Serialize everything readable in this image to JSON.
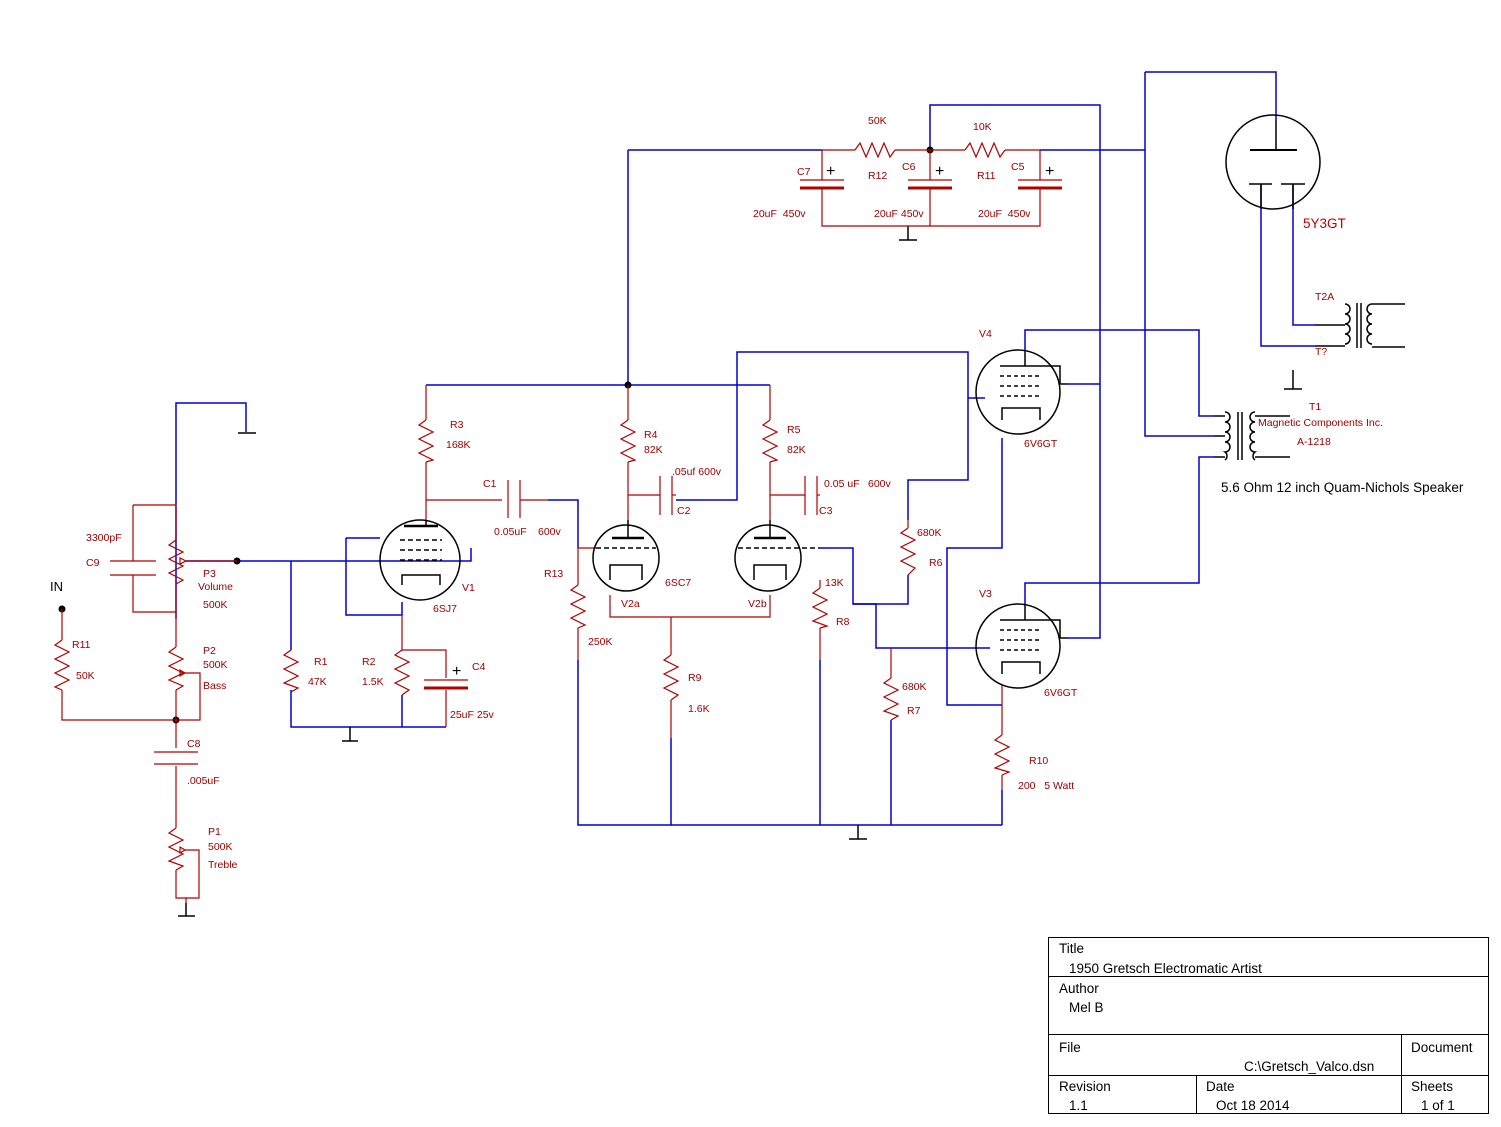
{
  "colors": {
    "wire": "#0000d0",
    "component": "#b00000",
    "label": "#a00000",
    "title_block": "#000000"
  },
  "input": {
    "label": "IN"
  },
  "tubes": {
    "V1": {
      "ref": "V1",
      "type": "6SJ7"
    },
    "V2": {
      "ref_a": "V2a",
      "ref_b": "V2b",
      "type": "6SC7"
    },
    "V3": {
      "ref": "V3",
      "type": "6V6GT"
    },
    "V4": {
      "ref": "V4",
      "type": "6V6GT"
    },
    "rectifier": {
      "type": "5Y3GT"
    }
  },
  "resistors": {
    "R1": {
      "ref": "R1",
      "value": "47K"
    },
    "R2": {
      "ref": "R2",
      "value": "1.5K"
    },
    "R3": {
      "ref": "R3",
      "value": "168K"
    },
    "R4": {
      "ref": "R4",
      "value": "82K"
    },
    "R5": {
      "ref": "R5",
      "value": "82K"
    },
    "R6": {
      "ref": "R6",
      "value": "680K"
    },
    "R7": {
      "ref": "R7",
      "value": "680K"
    },
    "R8": {
      "ref": "R8",
      "value": "13K"
    },
    "R9": {
      "ref": "R9",
      "value": "1.6K"
    },
    "R10": {
      "ref": "R10",
      "value": "200   5 Watt"
    },
    "R11_in": {
      "ref": "R11",
      "value": "50K"
    },
    "R11_ps": {
      "ref": "R11",
      "value": "10K"
    },
    "R12": {
      "ref": "R12",
      "value": "50K"
    },
    "R13": {
      "ref": "R13",
      "value": "250K"
    }
  },
  "pots": {
    "P1": {
      "ref": "P1",
      "value": "500K",
      "name": "Treble"
    },
    "P2": {
      "ref": "P2",
      "value": "500K",
      "name": "Bass"
    },
    "P3": {
      "ref": "P3",
      "value": "500K",
      "name": "Volume"
    }
  },
  "capacitors": {
    "C1": {
      "ref": "C1",
      "value": "0.05uF",
      "voltage": "600v"
    },
    "C2": {
      "ref": "C2",
      "value": ".05uf 600v"
    },
    "C3": {
      "ref": "C3",
      "value": "0.05 uF",
      "voltage": "600v"
    },
    "C4": {
      "ref": "C4",
      "value": "25uF 25v"
    },
    "C5": {
      "ref": "C5",
      "value": "20uF  450v"
    },
    "C6": {
      "ref": "C6",
      "value": "20uF 450v"
    },
    "C7": {
      "ref": "C7",
      "value": "20uF  450v"
    },
    "C8": {
      "ref": "C8",
      "value": ".005uF"
    },
    "C9": {
      "ref": "C9",
      "value": "3300pF"
    }
  },
  "transformers": {
    "T1": {
      "ref": "T1",
      "maker": "Magnetic Components Inc.",
      "part": "A-1218"
    },
    "T2A": {
      "ref": "T2A",
      "ref2": "T?"
    }
  },
  "speaker": {
    "label": "5.6 Ohm 12 inch Quam-Nichols Speaker"
  },
  "title_block": {
    "title_label": "Title",
    "title": "1950 Gretsch Electromatic Artist",
    "author_label": "Author",
    "author": "Mel B",
    "file_label": "File",
    "file": "C:\\Gretsch_Valco.dsn",
    "document_label": "Document",
    "revision_label": "Revision",
    "revision": "1.1",
    "date_label": "Date",
    "date": "Oct 18 2014",
    "sheets_label": "Sheets",
    "sheets": "1 of 1"
  }
}
